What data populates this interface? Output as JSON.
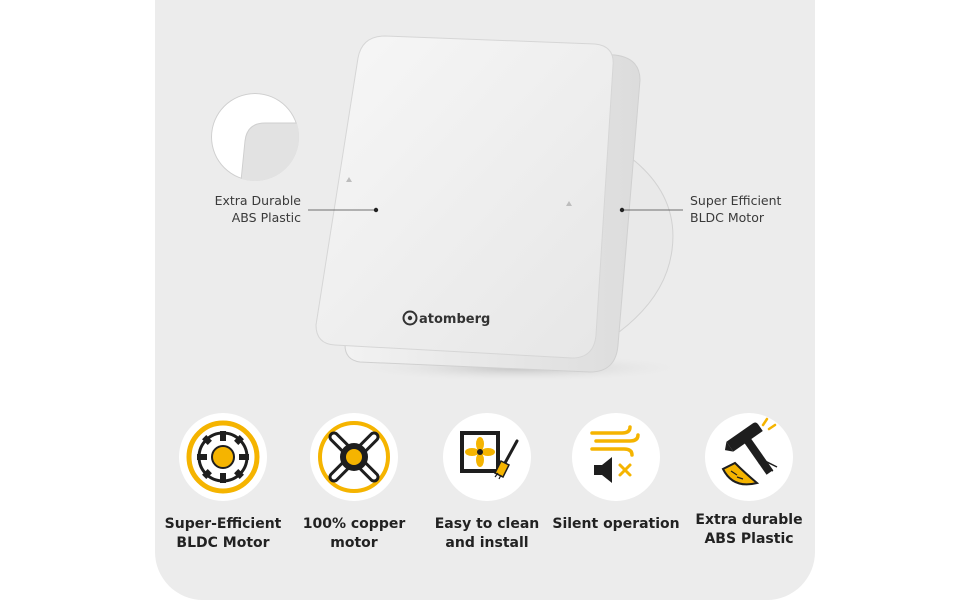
{
  "colors": {
    "accent": "#f5b400",
    "panel": "#ececec",
    "icon_dark": "#1e1e1e"
  },
  "product": {
    "brand": "atomberg",
    "callout_left": "Extra Durable\nABS Plastic",
    "callout_right": "Super Efficient\nBLDC Motor"
  },
  "features": [
    {
      "icon": "bldc-motor-icon",
      "label": "Super-Efficient\nBLDC Motor"
    },
    {
      "icon": "copper-winding-icon",
      "label": "100% copper\nmotor"
    },
    {
      "icon": "fan-brush-icon",
      "label": "Easy to clean\nand install"
    },
    {
      "icon": "muted-speaker-wind-icon",
      "label": "Silent operation"
    },
    {
      "icon": "hammer-impact-icon",
      "label": "Extra durable\nABS Plastic"
    }
  ]
}
